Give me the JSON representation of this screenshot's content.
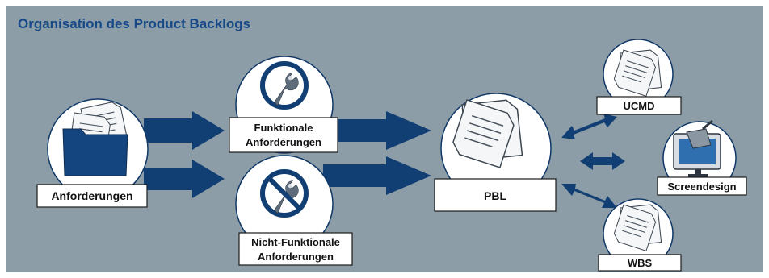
{
  "title": "Organisation des Product Backlogs",
  "colors": {
    "background": "#8c9da8",
    "title": "#174a86",
    "arrow": "#123f73",
    "circle_fill": "#ffffff",
    "circle_stroke": "#0f3766",
    "folder": "#15457f",
    "tool_icon": "#5d6b7a"
  },
  "nodes": {
    "anforderungen": {
      "label": "Anforderungen",
      "icon": "folder-with-documents-icon"
    },
    "funktional": {
      "label_line1": "Funktionale",
      "label_line2": "Anforderungen",
      "icon": "wrench-icon"
    },
    "nicht_funktional": {
      "label_line1": "Nicht-Funktionale",
      "label_line2": "Anforderungen",
      "icon": "crossed-wrench-icon"
    },
    "pbl": {
      "label": "PBL",
      "icon": "document-stack-icon"
    },
    "ucmd": {
      "label": "UCMD",
      "icon": "document-stack-icon"
    },
    "screendesign": {
      "label": "Screendesign",
      "icon": "monitor-paint-icon"
    },
    "wbs": {
      "label": "WBS",
      "icon": "document-stack-icon"
    }
  }
}
